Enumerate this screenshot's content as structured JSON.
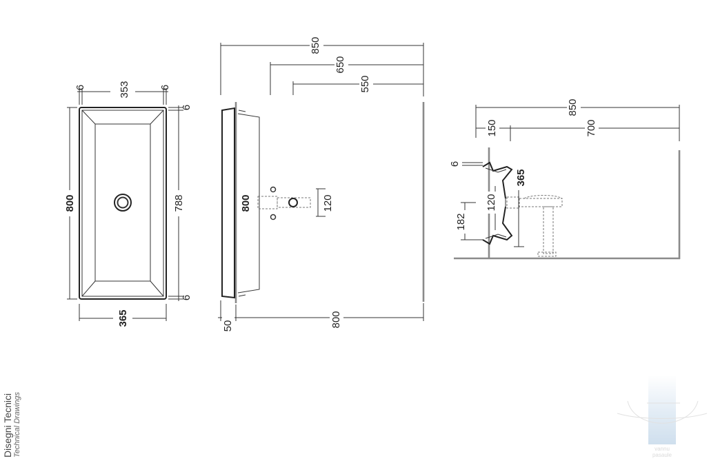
{
  "side_title": {
    "main": "Disegni Tecnici",
    "sub": "Technical Drawings"
  },
  "top_view": {
    "width_total": "365",
    "inner_width": "353",
    "rim_left": "6",
    "rim_right": "6",
    "length_total": "800",
    "inner_length": "788",
    "rim_top": "6",
    "rim_bottom": "6"
  },
  "side_view": {
    "length_label": "800",
    "drain_offset": "120",
    "overall_850": "850",
    "overall_650": "650",
    "overall_550": "550",
    "wall_gap": "50",
    "wall_span": "800"
  },
  "section_view": {
    "overall": "850",
    "offset_150": "150",
    "offset_700": "700",
    "rim": "6",
    "depth": "365",
    "drain_height": "120",
    "lower_height": "182"
  },
  "watermark": {
    "brand_line1": "vannu",
    "brand_line2": "pasaule"
  }
}
